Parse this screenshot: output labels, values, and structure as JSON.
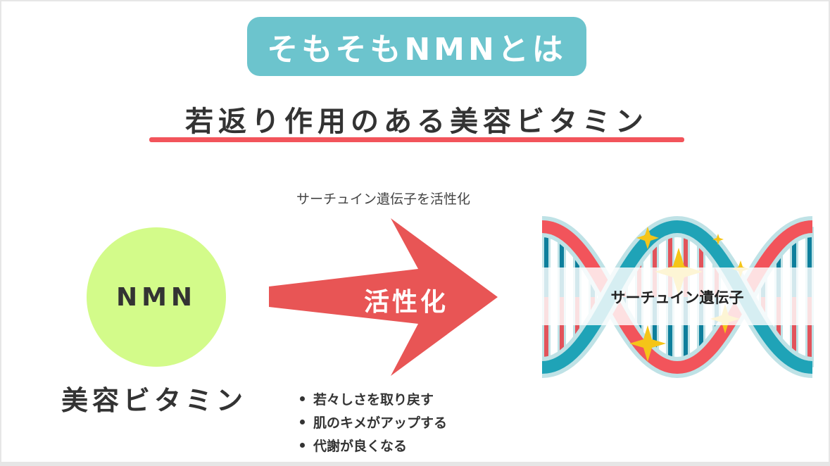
{
  "title": "そもそもNMNとは",
  "subtitle": "若返り作用のある美容ビタミン",
  "nmn": {
    "label": "NMN",
    "caption": "美容ビタミン"
  },
  "arrow": {
    "caption": "サーチュイン遺伝子を活性化",
    "label": "活性化"
  },
  "effects": [
    "若々しさを取り戻す",
    "肌のキメがアップする",
    "代謝が良くなる"
  ],
  "dna": {
    "label": "サーチュイン遺伝子"
  },
  "colors": {
    "pill": "#6cc4cd",
    "underline": "#f2545b",
    "circle": "#d3fb8a",
    "arrow": "#e85555",
    "teal": "#1fa3b7",
    "red": "#f2545b"
  }
}
